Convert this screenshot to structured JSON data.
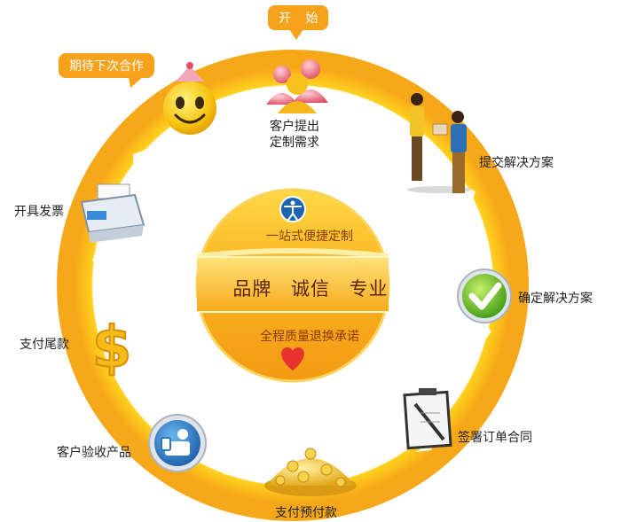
{
  "start_bubble": "开 始",
  "end_bubble": "期待下次合作",
  "steps": [
    {
      "label": "客户提出\n定制需求"
    },
    {
      "label": "提交解决方案"
    },
    {
      "label": "确定解决方案"
    },
    {
      "label": "签署订单合同"
    },
    {
      "label": "支付预付款"
    },
    {
      "label": "客户验收产品"
    },
    {
      "label": "支付尾款"
    },
    {
      "label": "开具发票"
    }
  ],
  "center": {
    "top": "一站式便捷定制",
    "middle": "品牌  诚信  专业",
    "bottom": "全程质量退换承诺"
  },
  "colors": {
    "ring": "#f9c31a",
    "ring_dark": "#f29a12",
    "bubble": "#f7a21b",
    "check_green": "#5cb82a",
    "blue_icon": "#2b78c5",
    "coin_gold": "#f5c326",
    "dollar_gold": "#f9c31a"
  },
  "icons": [
    "people-icon",
    "handshake-icon",
    "check-icon",
    "clipboard-icon",
    "coins-icon",
    "user-badge-icon",
    "dollar-icon",
    "printer-icon",
    "smiley-icon",
    "accessibility-icon",
    "heart-icon"
  ]
}
